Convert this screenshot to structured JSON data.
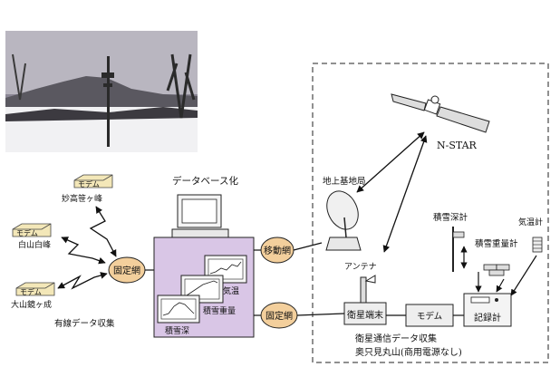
{
  "photo": {
    "description_icon": "snowy-field-weather-station-photo"
  },
  "left_sites": {
    "modem_label": "モデム",
    "sites": [
      "妙高笹ヶ峰",
      "白山白峰",
      "大山鏡ヶ成"
    ],
    "caption": "有線データ収集"
  },
  "nodes": {
    "fixed_net_left": "固定網",
    "mobile_net": "移動網",
    "fixed_net_center": "固定網"
  },
  "database": {
    "title": "データベース化",
    "panels": [
      "気温",
      "積雪重量",
      "積雪深"
    ]
  },
  "satellite": {
    "name": "N-STAR"
  },
  "remote": {
    "ground_station": "地上基地局",
    "antenna": "アンテナ",
    "terminal": "衛星端末",
    "modem": "モデム",
    "logger": "記録計",
    "snow_depth": "積雪深計",
    "snow_weight": "積雪重量計",
    "thermometer": "気温計",
    "caption_line1": "衛星通信データ収集",
    "caption_line2": "奥只見丸山(商用電源なし)"
  },
  "colors": {
    "modem_box": "#f3e7b8",
    "node_fill": "#f3cf9c",
    "db_panel": "#d9c6e6",
    "box_fill": "#eeeeee"
  }
}
